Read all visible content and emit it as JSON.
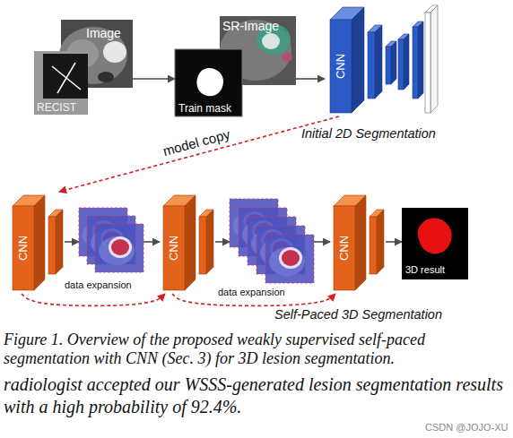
{
  "diagram": {
    "caption": "Figure 1. Overview of the proposed weakly supervised self-paced segmentation with CNN (Sec. 3) for 3D lesion segmentation.",
    "nodes": [
      {
        "text": [
          "Image"
        ]
      },
      {
        "text": [
          "RECIST"
        ]
      },
      {
        "text": [
          "Train mask"
        ]
      },
      {
        "text": [
          "SR-Image"
        ]
      },
      {
        "text": [
          "CNN"
        ]
      },
      {
        "text": [
          "CNN"
        ]
      },
      {
        "text": [
          "data expansion"
        ]
      },
      {
        "text": [
          "CNN"
        ]
      },
      {
        "text": [
          "data expansion"
        ]
      },
      {
        "text": [
          "CNN"
        ]
      },
      {
        "text": [
          "3D result"
        ]
      }
    ],
    "edges": [
      {
        "from": 0,
        "to": 2,
        "arrow": "to"
      },
      {
        "from": 3,
        "to": 4,
        "arrow": "to"
      },
      {
        "from": 4,
        "to": 5,
        "arrow": "to",
        "label": "model copy"
      },
      {
        "from": 5,
        "to": 6,
        "arrow": "to"
      },
      {
        "from": 6,
        "to": 7,
        "arrow": "to"
      },
      {
        "from": 7,
        "to": 8,
        "arrow": "to"
      },
      {
        "from": 8,
        "to": 9,
        "arrow": "to"
      },
      {
        "from": 9,
        "to": 10,
        "arrow": "to"
      },
      {
        "from": 5,
        "to": 7,
        "arrow": "to"
      },
      {
        "from": 7,
        "to": 9,
        "arrow": "to"
      }
    ],
    "labels": [
      "Initial 2D Segmentation",
      "Self-Paced 3D Segmentation",
      "radiologist accepted our WSSS-generated lesion segmentation results with a high probability of 92.4%.",
      "CSDN @JOJO-XU"
    ]
  }
}
